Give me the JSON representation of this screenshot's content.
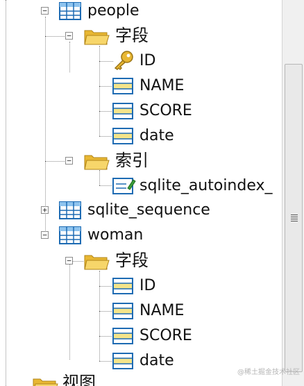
{
  "tree": {
    "people": {
      "label": "people",
      "fields_folder": "字段",
      "fields": [
        "ID",
        "NAME",
        "SCORE",
        "date"
      ],
      "index_folder": "索引",
      "indexes": [
        "sqlite_autoindex_"
      ]
    },
    "sqlite_sequence": {
      "label": "sqlite_sequence"
    },
    "woman": {
      "label": "woman",
      "fields_folder": "字段",
      "fields": [
        "ID",
        "NAME",
        "SCORE",
        "date"
      ]
    },
    "views_folder": "视图"
  },
  "expanders": {
    "expanded": "−",
    "collapsed": "+"
  },
  "watermark": "@稀土掘金技术社区",
  "icons": {
    "table": "table-icon",
    "folder": "folder-icon",
    "key": "key-icon",
    "column": "column-icon",
    "index": "index-icon"
  },
  "colors": {
    "folder": "#f3cd55",
    "key": "#e0b23a",
    "table_grid": "#1d6bb3",
    "column_fill": "#f4e48a"
  }
}
